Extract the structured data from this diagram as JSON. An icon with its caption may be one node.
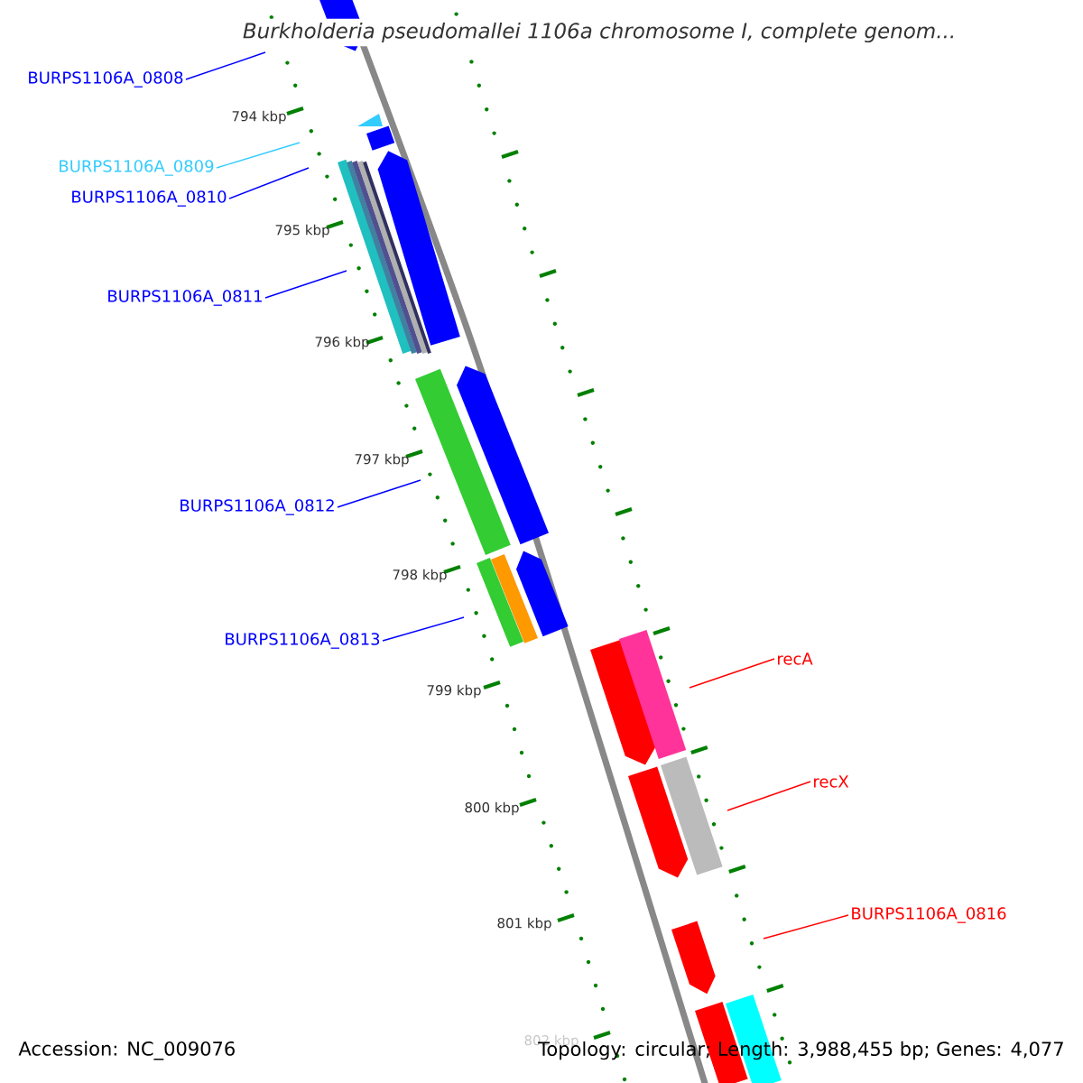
{
  "diagram": {
    "title": "Burkholderia pseudomallei 1106a chromosome I, complete genom...",
    "nodes": [
      {
        "text": [
          "BURPS1106A_0808"
        ]
      },
      {
        "text": [
          "BURPS1106A_0809"
        ]
      },
      {
        "text": [
          "BURPS1106A_0810"
        ]
      },
      {
        "text": [
          "BURPS1106A_0811"
        ]
      },
      {
        "text": [
          "BURPS1106A_0812"
        ]
      },
      {
        "text": [
          "BURPS1106A_0813"
        ]
      },
      {
        "text": [
          "recA"
        ]
      },
      {
        "text": [
          "recX"
        ]
      },
      {
        "text": [
          "BURPS1106A_0816"
        ]
      }
    ],
    "edges": [
      {
        "from": 0,
        "to": null,
        "arrow": "none"
      },
      {
        "from": 1,
        "to": null,
        "arrow": "none",
        "color": "#33ccff"
      },
      {
        "from": 2,
        "to": null,
        "arrow": "none"
      },
      {
        "from": 3,
        "to": null,
        "arrow": "none"
      },
      {
        "from": 4,
        "to": null,
        "arrow": "none"
      },
      {
        "from": 5,
        "to": null,
        "arrow": "none"
      },
      {
        "from": 6,
        "to": null,
        "arrow": "none",
        "color": "#ff0000"
      },
      {
        "from": 7,
        "to": null,
        "arrow": "none",
        "color": "#ff0000"
      },
      {
        "from": 8,
        "to": null,
        "arrow": "none",
        "color": "#ff0000"
      }
    ],
    "labels": [
      "794 kbp",
      "795 kbp",
      "796 kbp",
      "797 kbp",
      "798 kbp",
      "799 kbp",
      "800 kbp",
      "801 kbp",
      "802 kbp",
      "Accession: NC_009076",
      "Topology: circular; Length: 3,988,455 bp; Genes: 4,077"
    ]
  }
}
